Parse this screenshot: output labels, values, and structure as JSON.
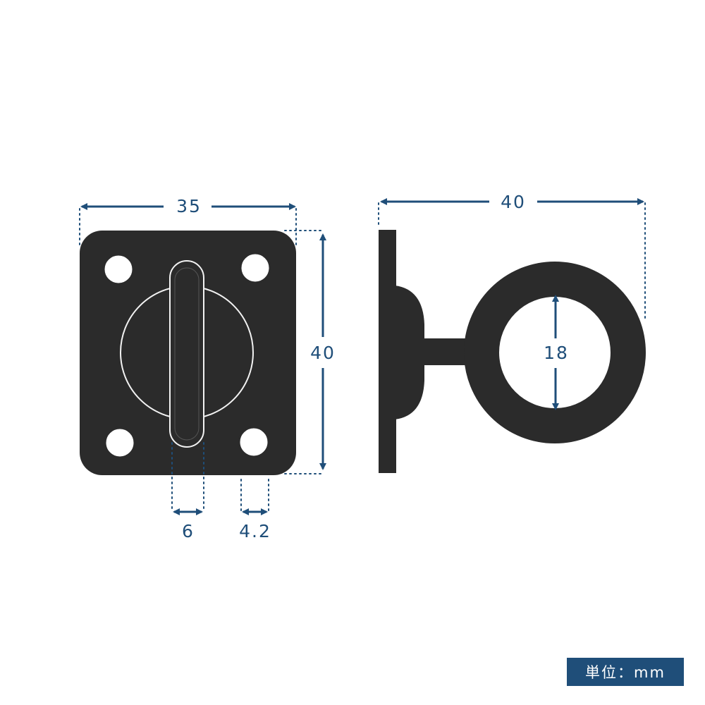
{
  "front_view": {
    "width_label": "35",
    "height_label": "40",
    "bar_width_label": "6",
    "hole_gap_label": "4.2"
  },
  "side_view": {
    "length_label": "40",
    "ring_inner_label": "18"
  },
  "unit_badge": {
    "text": "単位：mm"
  },
  "colors": {
    "dimension": "#1f4e79",
    "part": "#2b2b2b",
    "badge_background": "#1f4e79",
    "badge_text": "#ffffff"
  }
}
